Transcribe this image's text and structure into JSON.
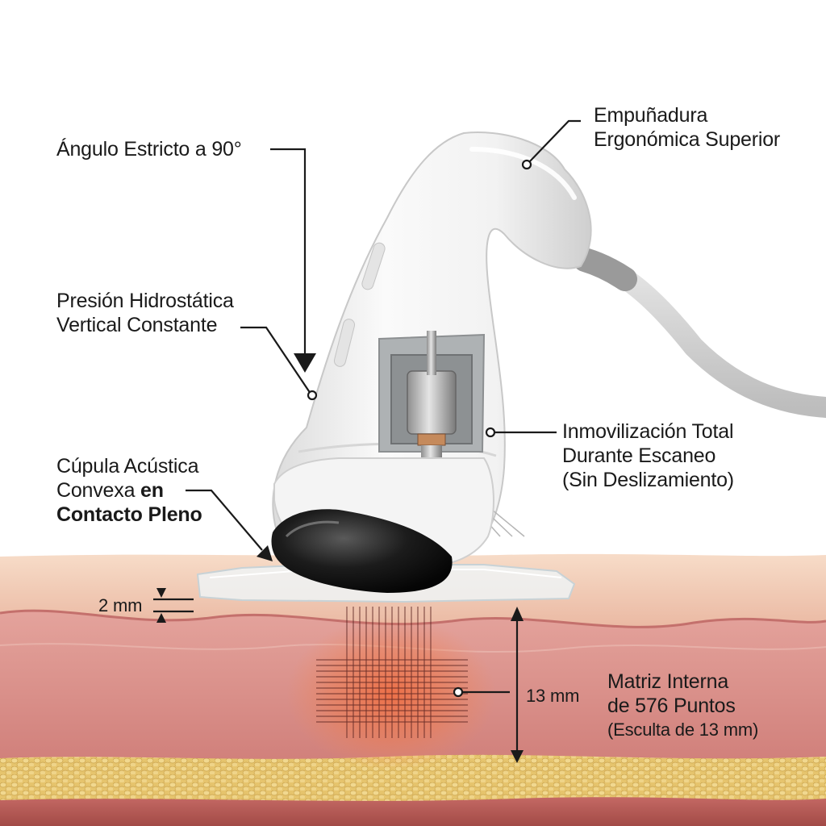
{
  "labels": {
    "angle": "Ángulo Estricto a 90°",
    "grip": [
      "Empuñadura",
      "Ergonómica Superior"
    ],
    "pressure": [
      "Presión Hidrostática",
      "Vertical Constante"
    ],
    "dome": [
      "Cúpula Acústica",
      "Convexa",
      "en",
      "Contacto Pleno"
    ],
    "immobilization": [
      "Inmovilización Total",
      "Durante Escaneo",
      "(Sin Deslizamiento)"
    ],
    "gel_thickness": "2 mm",
    "depth": "13 mm",
    "matrix": [
      "Matriz Interna",
      "de 576 Puntos",
      "(Esculta de 13 mm)"
    ]
  },
  "colors": {
    "background": "#ffffff",
    "device_body": "#f1f1f1",
    "epidermis": "#f3cdb6",
    "dermis": "#d98b86",
    "fat": "#e9cc7a",
    "muscle": "#b85a55",
    "cable": "#d0d0d0",
    "heat": "#e8643c"
  }
}
